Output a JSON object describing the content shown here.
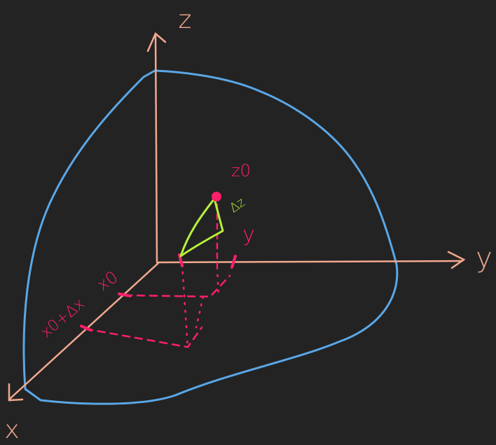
{
  "colors": {
    "background": "#232323",
    "axes": "#f2a98f",
    "surface": "#5aa7e6",
    "annotation": "#ff1f6a",
    "increment": "#b6f03a"
  },
  "labels": {
    "z_axis": "z",
    "y_axis": "y",
    "x_axis": "x",
    "z0": "z0",
    "delta_z": "Δz",
    "y_point": "y",
    "x0": "x0",
    "x0_plus_dx": "x0+Δx"
  }
}
